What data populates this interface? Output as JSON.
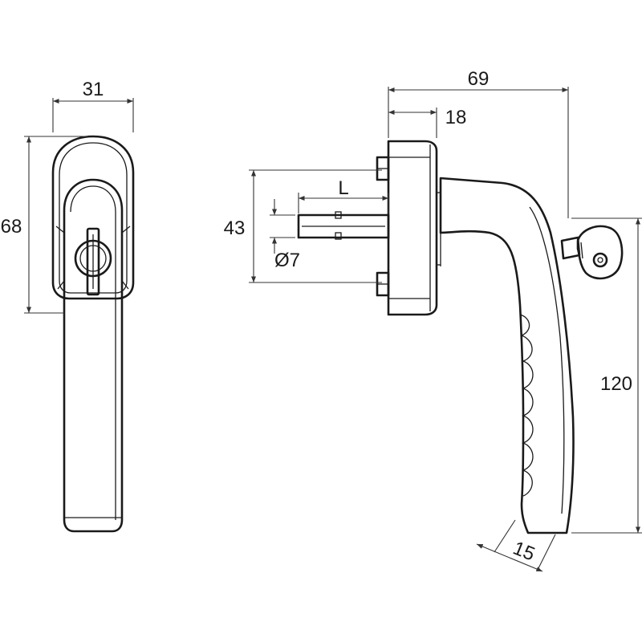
{
  "front_view": {
    "width_label": "31",
    "height_label": "68"
  },
  "side_view": {
    "total_depth_label": "69",
    "base_depth_label": "18",
    "hole_spacing_label": "43",
    "spindle_length_label": "L",
    "spindle_diameter_label": "Ø7",
    "handle_height_label": "120",
    "grip_width_label": "15"
  }
}
